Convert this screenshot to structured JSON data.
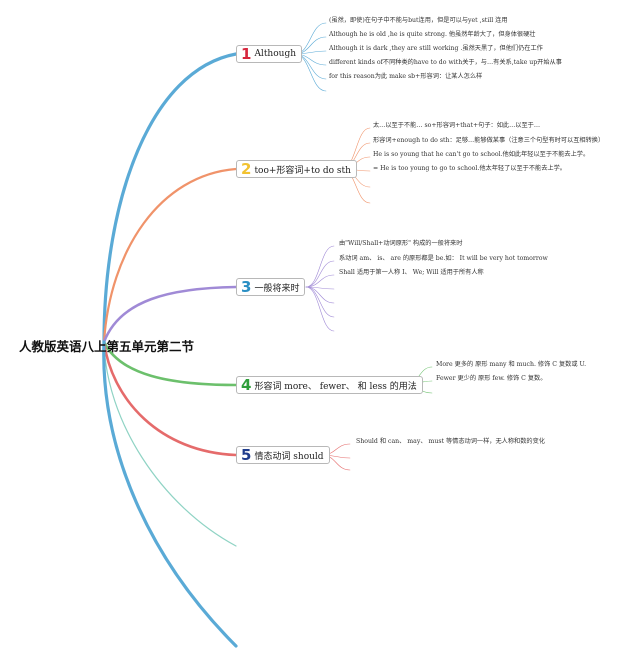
{
  "root": {
    "label": "人教版英语八上第五单元第二节"
  },
  "topics": [
    {
      "id": "1",
      "number": "1",
      "label": "Although",
      "color": "#d7263d",
      "line_color": "#5aaad6",
      "notes": [
        "(虽然，即使)在句子中不能与but连用，但是可以与yet ,still 连用",
        "Although he is old ,he is quite strong. 他虽然年龄大了，但身体很硬壮",
        "Although it is dark ,they are still working .虽然天黑了，但他们仍在工作",
        "different kinds of不同种类的have to do with关于，与…有关系,take up开始从事",
        "for this reason为此 make sb+形容词：让某人怎么样"
      ]
    },
    {
      "id": "2",
      "number": "2",
      "label": "too+形容词+to do sth",
      "color": "#f2c230",
      "line_color": "#f0936a",
      "notes": [
        "太…以至于不能… so+形容词+that+句子：如此…以至于…",
        "形容词+enough to do sth：足够…能够做某事（注意三个句型有时可以互相转换）",
        "He is so young that he can't go to school.他如此年轻以至于不能去上学。",
        "= He is too young to go to school.他太年轻了以至于不能去上学。"
      ]
    },
    {
      "id": "3",
      "number": "3",
      "label": "一般将来时",
      "color": "#2a8fc4",
      "line_color": "#a08ad6",
      "notes": [
        "由\"Will/Shall+动词原形\" 构成的一般将来时",
        "系动词 am、 is、 are 的原形都是 be.如： It will be very hot tomorrow",
        "Shall 适用于第一人称 I、 We; Will 适用于所有人称"
      ]
    },
    {
      "id": "4",
      "number": "4",
      "label": "形容词 more、 fewer、 和 less 的用法",
      "color": "#2e9e3a",
      "line_color": "#6cc06c",
      "notes": [
        "More 更多的 原形 many 和 much. 修饰 C 复数或 U.",
        "Fewer 更少的 原形 few. 修饰 C 复数。"
      ]
    },
    {
      "id": "5",
      "number": "5",
      "label": "情态动词 should",
      "color": "#1f3c8c",
      "line_color": "#e56b6b",
      "notes": [
        "Should 和 can、 may、 must 等情态动词一样，无人称和数的变化"
      ]
    }
  ],
  "extra_branches": [
    {
      "line_color": "#8fd3c4"
    },
    {
      "line_color": "#5aaad6"
    }
  ]
}
